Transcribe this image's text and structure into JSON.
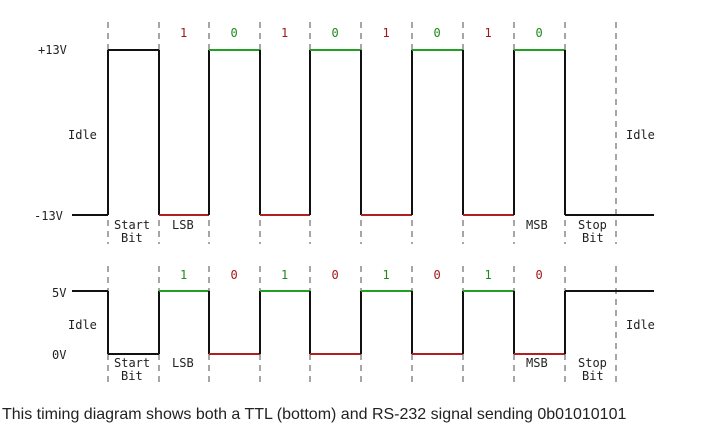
{
  "rs232": {
    "voltage_high": "+13V",
    "voltage_low": "-13V",
    "idle_left": "Idle",
    "idle_right": "Idle",
    "bit_values": [
      "1",
      "0",
      "1",
      "0",
      "1",
      "0",
      "1",
      "0"
    ],
    "start_label": [
      "Start",
      "Bit"
    ],
    "lsb_label": "LSB",
    "msb_label": "MSB",
    "stop_label": [
      "Stop",
      "Bit"
    ]
  },
  "ttl": {
    "voltage_high": "5V",
    "voltage_low": "0V",
    "idle_left": "Idle",
    "idle_right": "Idle",
    "bit_values": [
      "1",
      "0",
      "1",
      "0",
      "1",
      "0",
      "1",
      "0"
    ],
    "start_label": [
      "Start",
      "Bit"
    ],
    "lsb_label": "LSB",
    "msb_label": "MSB",
    "stop_label": [
      "Stop",
      "Bit"
    ]
  },
  "caption": "This timing diagram shows both a TTL (bottom) and RS-232 signal sending 0b01010101",
  "colors": {
    "signal": "#111111",
    "high_bit": "#22a022",
    "low_bit": "#b02020",
    "dashed": "#888888",
    "one_label": "#a01818",
    "zero_label": "#1c8a1c"
  }
}
